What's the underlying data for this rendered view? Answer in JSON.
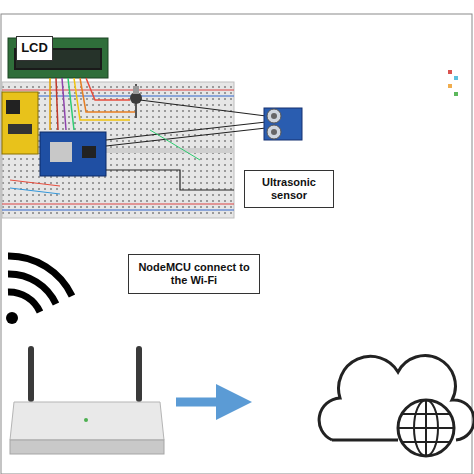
{
  "diagram": {
    "nodes": [
      {
        "text": [
          "LCD"
        ]
      },
      {
        "text": [
          "Ultrasonic sensor"
        ]
      },
      {
        "text": [
          "NodeMCU connect to the Wi-Fi"
        ]
      }
    ]
  }
}
